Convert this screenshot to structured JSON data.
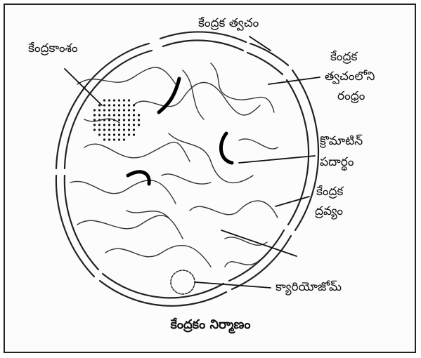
{
  "labels": {
    "nucleolus": "కేంద్రకాంశం",
    "nuclear_envelope": "కేంద్రక త్వచం",
    "nuclear_pore_line1": "కేంద్రక",
    "nuclear_pore_line2": "త్వచంలోని",
    "nuclear_pore_line3": "రంధ్రం",
    "chromatin_line1": "క్రొమాటిన్",
    "chromatin_line2": "పదార్థం",
    "nucleoplasm_line1": "కేంద్రక",
    "nucleoplasm_line2": "ద్రవ్యం",
    "karyosome": "క్యారియోజోమ్"
  },
  "caption": "కేంద్రకం నిర్మాణం"
}
